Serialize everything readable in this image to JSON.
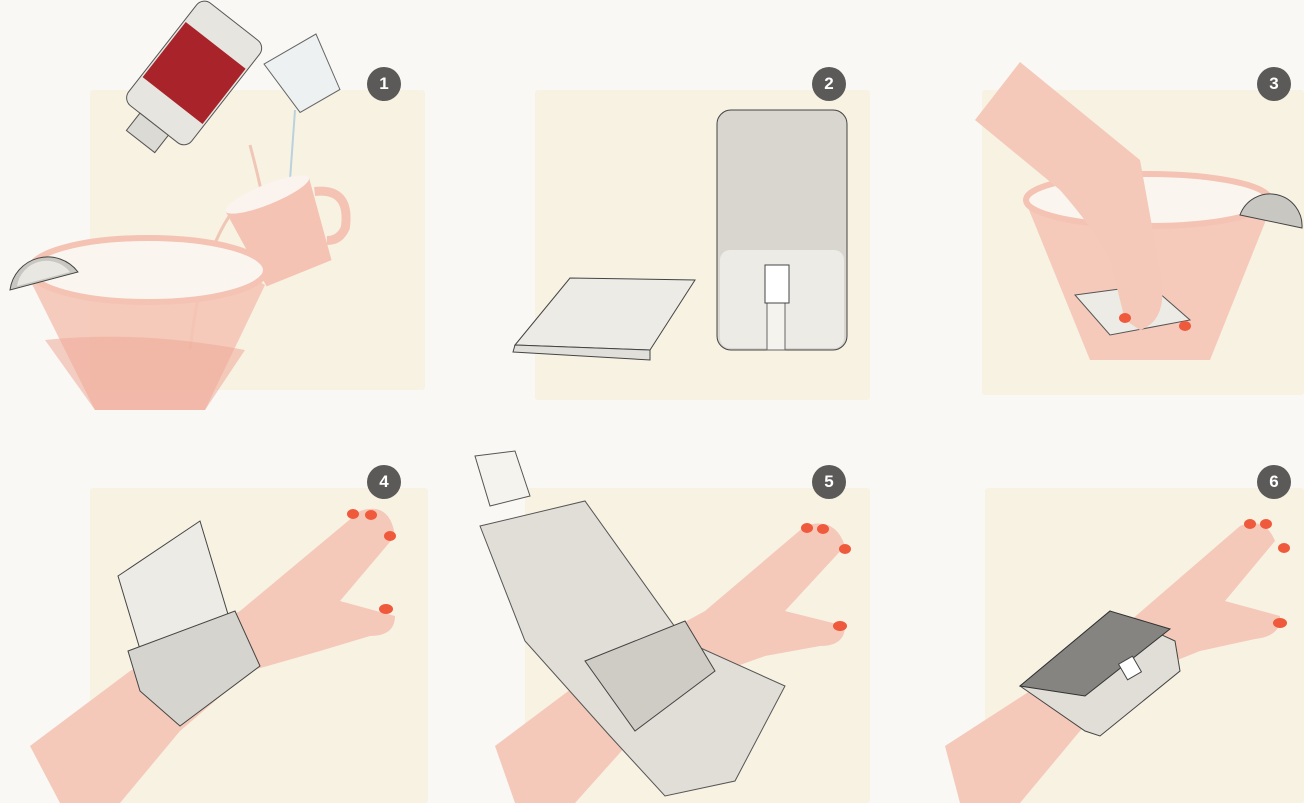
{
  "colors": {
    "background": "#f9f8f4",
    "panel_bg": "#f8f2e3",
    "skin": "#f5c9b9",
    "bowl": "#f4c3b4",
    "nail": "#f05a3c",
    "bottle_label": "#a8232a",
    "badge": "#5b5a58",
    "fabric": "#d9d6cf"
  },
  "steps": [
    {
      "number": "1",
      "icon": "pour-into-bowl-illustration"
    },
    {
      "number": "2",
      "icon": "cloth-and-wrap-illustration"
    },
    {
      "number": "3",
      "icon": "soak-cloth-illustration"
    },
    {
      "number": "4",
      "icon": "wrist-cloth-illustration"
    },
    {
      "number": "5",
      "icon": "wrap-wrist-illustration"
    },
    {
      "number": "6",
      "icon": "fastened-wrap-illustration"
    }
  ]
}
